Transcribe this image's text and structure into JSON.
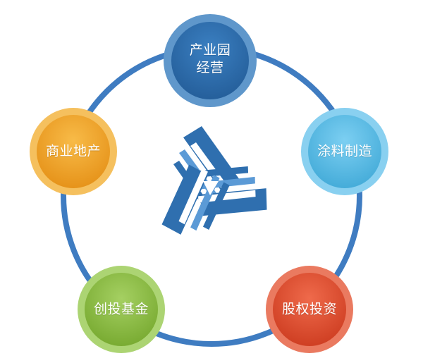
{
  "nodes": [
    {
      "id": "industrial-park",
      "label": "产业园\n经营",
      "color": "#2f6faf",
      "ring": "#5f97cb"
    },
    {
      "id": "coatings",
      "label": "涂料制造",
      "color": "#5ebde8",
      "ring": "#89d0f0"
    },
    {
      "id": "equity",
      "label": "股权投资",
      "color": "#e05033",
      "ring": "#ea7a60"
    },
    {
      "id": "venture",
      "label": "创投基金",
      "color": "#8fc148",
      "ring": "#acd473"
    },
    {
      "id": "commercial",
      "label": "商业地产",
      "color": "#f0a62a",
      "ring": "#f5c05e"
    }
  ],
  "colors": {
    "ring": "#3f7cc1",
    "logo": "#2f6faf",
    "logo_light": "#5b9ad6"
  }
}
